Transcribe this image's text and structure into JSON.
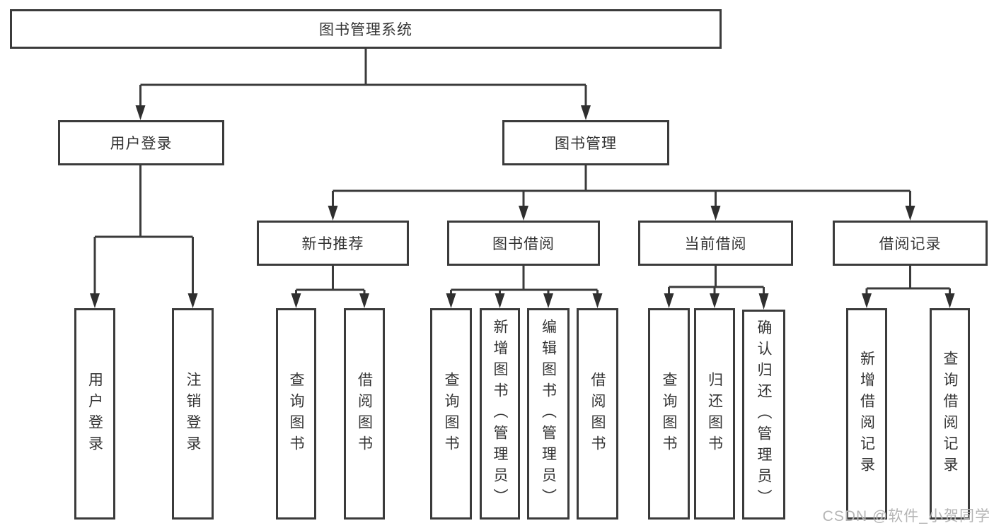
{
  "chart_type": "hierarchy-diagram",
  "tree": {
    "label": "图书管理系统",
    "children": [
      {
        "label": "用户登录",
        "children": [
          {
            "label": "用户登录"
          },
          {
            "label": "注销登录"
          }
        ]
      },
      {
        "label": "图书管理",
        "children": [
          {
            "label": "新书推荐",
            "children": [
              {
                "label": "查询图书"
              },
              {
                "label": "借阅图书"
              }
            ]
          },
          {
            "label": "图书借阅",
            "children": [
              {
                "label": "查询图书"
              },
              {
                "label": "新增图书（管理员）"
              },
              {
                "label": "编辑图书（管理员）"
              },
              {
                "label": "借阅图书"
              }
            ]
          },
          {
            "label": "当前借阅",
            "children": [
              {
                "label": "查询图书"
              },
              {
                "label": "归还图书"
              },
              {
                "label": "确认归还（管理员）"
              }
            ]
          },
          {
            "label": "借阅记录",
            "children": [
              {
                "label": "新增借阅记录"
              },
              {
                "label": "查询借阅记录"
              }
            ]
          }
        ]
      }
    ]
  },
  "watermark": {
    "text": "CSDN @软件_小贺同学"
  },
  "colors": {
    "line": "#3b3b3b",
    "box_border": "#3b3b3b",
    "box_fill": "#ffffff",
    "text": "#333333",
    "watermark": "#b5b5b5",
    "background": "#ffffff"
  }
}
